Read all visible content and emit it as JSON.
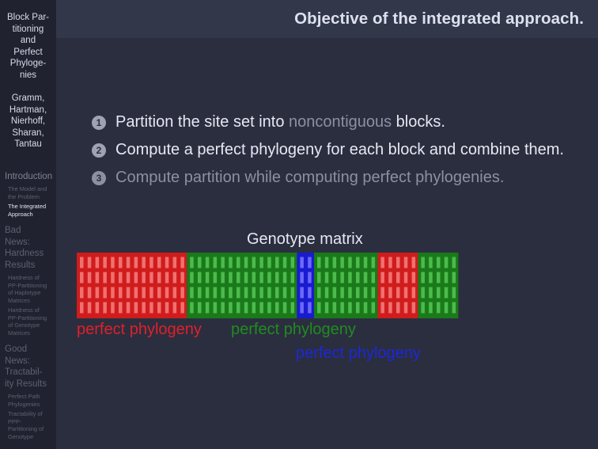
{
  "sidebar": {
    "title": "Block Par-\ntitioning\nand\nPerfect\nPhyloge-\nnies",
    "authors": "Gramm,\nHartman,\nNierhoff,\nSharan,\nTantau",
    "nav": [
      {
        "label": "Introduction",
        "subs": [
          "The Model and\nthe Problem",
          "The Integrated\nApproach"
        ]
      },
      {
        "label": "Bad\nNews:\nHardness\nResults",
        "subs": [
          "Hardness of\nPP-Partitioning\nof Haplotype\nMatrices",
          "Hardness of\nPP-Partitioning\nof Genotype\nMatrices"
        ]
      },
      {
        "label": "Good\nNews:\nTractabil-\nity Results",
        "subs": [
          "Perfect Path\nPhylogenies",
          "Tractability of\nPPP-\nPartitioning of\nGenotype"
        ]
      }
    ]
  },
  "frame_title": "Objective of the integrated approach.",
  "items": [
    {
      "num": "1",
      "before": "Partition the site set into ",
      "highlight": "noncontiguous",
      "after": " blocks."
    },
    {
      "num": "2",
      "text": "Compute a perfect phylogeny for each block and combine them."
    },
    {
      "num": "3",
      "text": "Compute partition while computing perfect phylogenies."
    }
  ],
  "figure": {
    "caption": "Genotype matrix",
    "labels": {
      "red": "perfect phylogeny",
      "green": "perfect phylogeny",
      "blue": "perfect phylogeny"
    },
    "colors": {
      "red": "#d01c1c",
      "red_light": "#f07070",
      "green": "#1a7a1a",
      "green_light": "#4cbb4c",
      "blue": "#1a1ad0",
      "blue_light": "#6a6af8"
    },
    "blocks": [
      {
        "color": "red",
        "columns": 14
      },
      {
        "color": "green",
        "columns": 14
      },
      {
        "color": "blue",
        "columns": 2
      },
      {
        "color": "green",
        "columns": 8
      },
      {
        "color": "red",
        "columns": 5
      },
      {
        "color": "green",
        "columns": 5
      }
    ],
    "rows": 4
  }
}
